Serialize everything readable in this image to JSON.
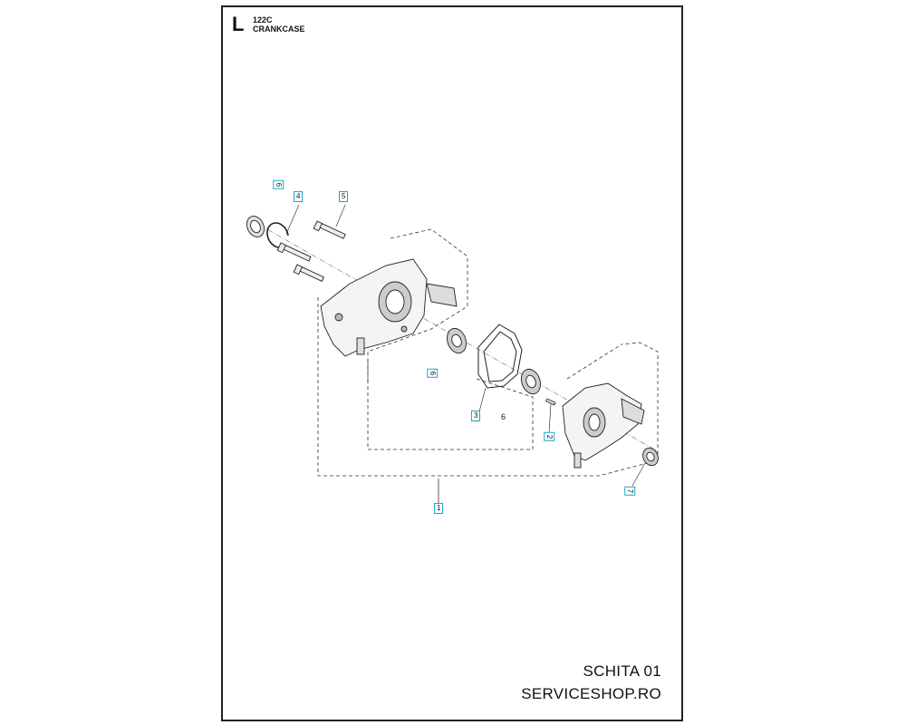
{
  "header": {
    "section_letter": "L",
    "model": "122C",
    "title": "CRANKCASE"
  },
  "callouts": {
    "c1": "1",
    "c2": "2",
    "c3": "3",
    "c4": "4",
    "c5": "5",
    "c6a": "6",
    "c6b": "6",
    "c6c": "6",
    "c7": "7"
  },
  "footer": {
    "sheet_label": "SCHITA 01",
    "shop_name": "SERVICESHOP.RO"
  },
  "colors": {
    "callout_border": "#19a9c9",
    "line": "#222222"
  }
}
